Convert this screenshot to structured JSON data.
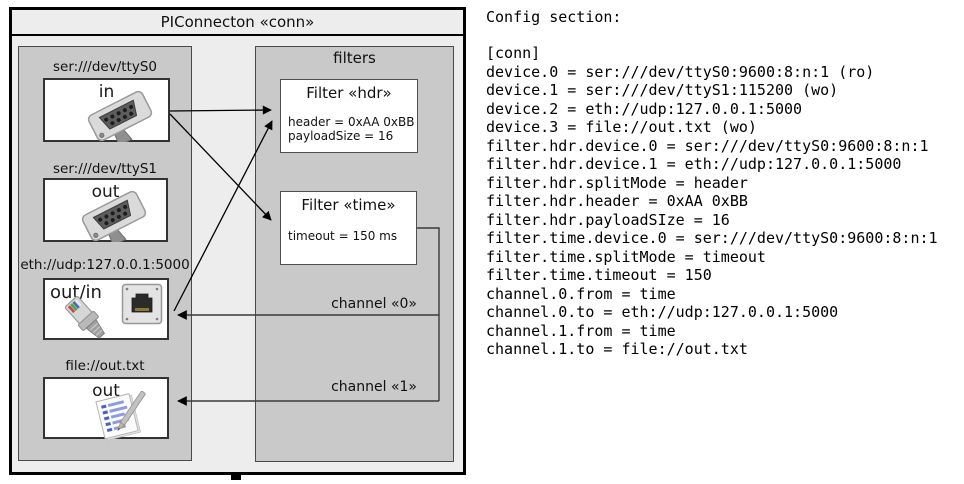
{
  "diagram": {
    "title": "PIConnecton «conn»",
    "devices_panel": {
      "devices": [
        {
          "label": "ser:///dev/ttyS0",
          "direction": "in",
          "icon": "serial-connector-icon"
        },
        {
          "label": "ser:///dev/ttyS1",
          "direction": "out",
          "icon": "serial-connector-icon"
        },
        {
          "label": "eth://udp:127.0.0.1:5000",
          "direction": "out/in",
          "icon": "ethernet-jack-icon"
        },
        {
          "label": "file://out.txt",
          "direction": "out",
          "icon": "notepad-icon"
        }
      ]
    },
    "filters_panel": {
      "title": "filters",
      "filters": [
        {
          "title": "Filter «hdr»",
          "properties": [
            "header = 0xAA 0xBB",
            "payloadSize = 16"
          ]
        },
        {
          "title": "Filter «time»",
          "properties": [
            "timeout = 150 ms"
          ]
        }
      ]
    },
    "channels": [
      {
        "label": "channel «0»"
      },
      {
        "label": "channel «1»"
      }
    ],
    "colors": {
      "outer_background": "#ededed",
      "panel_background": "#c9c9c9",
      "box_background": "#ffffff",
      "line_color": "#333333"
    }
  },
  "config": {
    "heading": "Config section:",
    "lines": [
      "[conn]",
      "device.0 = ser:///dev/ttyS0:9600:8:n:1 (ro)",
      "device.1 = ser:///dev/ttyS1:115200 (wo)",
      "device.2 = eth://udp:127.0.0.1:5000",
      "device.3 = file://out.txt (wo)",
      "filter.hdr.device.0 = ser:///dev/ttyS0:9600:8:n:1",
      "filter.hdr.device.1 = eth://udp:127.0.0.1:5000",
      "filter.hdr.splitMode = header",
      "filter.hdr.header = 0xAA 0xBB",
      "filter.hdr.payloadSIze = 16",
      "filter.time.device.0 = ser:///dev/ttyS0:9600:8:n:1",
      "filter.time.splitMode = timeout",
      "filter.time.timeout = 150",
      "channel.0.from = time",
      "channel.0.to = eth://udp:127.0.0.1:5000",
      "channel.1.from = time",
      "channel.1.to = file://out.txt"
    ]
  }
}
